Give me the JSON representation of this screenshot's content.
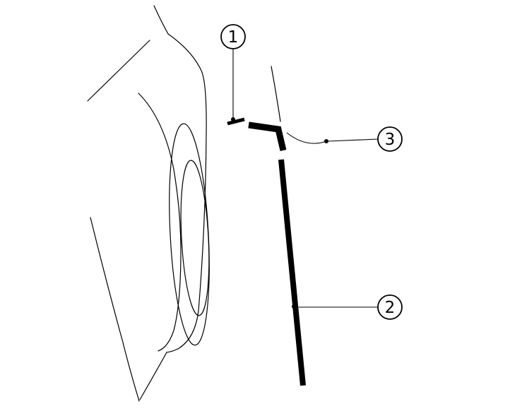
{
  "diagram": {
    "background_color": "#ffffff",
    "line_color": "#000000",
    "callouts": [
      {
        "label": "1"
      },
      {
        "label": "2"
      },
      {
        "label": "3"
      }
    ]
  }
}
